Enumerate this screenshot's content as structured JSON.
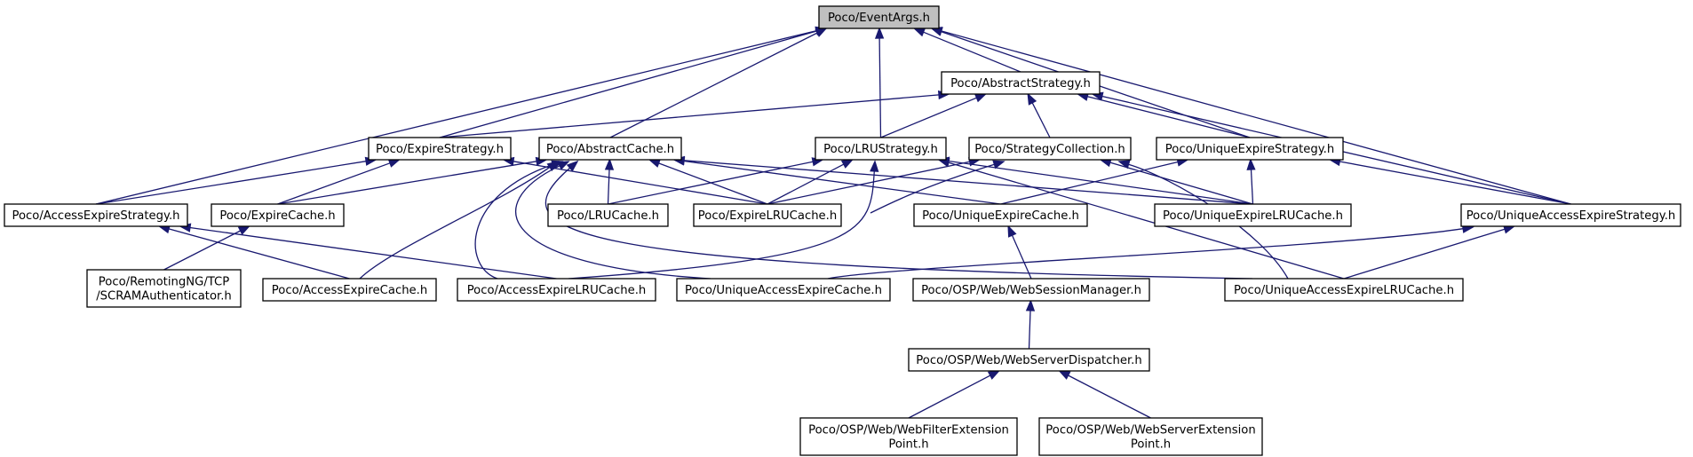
{
  "diagram": {
    "colors": {
      "edge": "#191970",
      "root_fill": "#bfbfbf",
      "node_fill": "#ffffff",
      "node_border": "#000000"
    },
    "nodes": [
      {
        "id": "eventargs",
        "lines": [
          "Poco/EventArgs.h"
        ],
        "root": true
      },
      {
        "id": "abstractstrategy",
        "lines": [
          "Poco/AbstractStrategy.h"
        ]
      },
      {
        "id": "expirestrategy",
        "lines": [
          "Poco/ExpireStrategy.h"
        ]
      },
      {
        "id": "abstractcache",
        "lines": [
          "Poco/AbstractCache.h"
        ]
      },
      {
        "id": "lrustrategy",
        "lines": [
          "Poco/LRUStrategy.h"
        ]
      },
      {
        "id": "strategycollection",
        "lines": [
          "Poco/StrategyCollection.h"
        ]
      },
      {
        "id": "uniqueexpirestrategy",
        "lines": [
          "Poco/UniqueExpireStrategy.h"
        ]
      },
      {
        "id": "accessexpirestrategy",
        "lines": [
          "Poco/AccessExpireStrategy.h"
        ]
      },
      {
        "id": "expirecache",
        "lines": [
          "Poco/ExpireCache.h"
        ]
      },
      {
        "id": "lrucache",
        "lines": [
          "Poco/LRUCache.h"
        ]
      },
      {
        "id": "expirelrucache",
        "lines": [
          "Poco/ExpireLRUCache.h"
        ]
      },
      {
        "id": "uniqueexpirecache",
        "lines": [
          "Poco/UniqueExpireCache.h"
        ]
      },
      {
        "id": "uniqueexpirelrucache",
        "lines": [
          "Poco/UniqueExpireLRUCache.h"
        ]
      },
      {
        "id": "uniqueaccessexpirestrategy",
        "lines": [
          "Poco/UniqueAccessExpireStrategy.h"
        ]
      },
      {
        "id": "scramauthenticator",
        "lines": [
          "Poco/RemotingNG/TCP",
          "/SCRAMAuthenticator.h"
        ]
      },
      {
        "id": "accessexpirecache",
        "lines": [
          "Poco/AccessExpireCache.h"
        ]
      },
      {
        "id": "accessexpirelrucache",
        "lines": [
          "Poco/AccessExpireLRUCache.h"
        ]
      },
      {
        "id": "uniqueaccessexpirecache",
        "lines": [
          "Poco/UniqueAccessExpireCache.h"
        ]
      },
      {
        "id": "websessionmanager",
        "lines": [
          "Poco/OSP/Web/WebSessionManager.h"
        ]
      },
      {
        "id": "uniqueaccessexpirelrucache",
        "lines": [
          "Poco/UniqueAccessExpireLRUCache.h"
        ]
      },
      {
        "id": "webserverdispatcher",
        "lines": [
          "Poco/OSP/Web/WebServerDispatcher.h"
        ]
      },
      {
        "id": "webfilterextensionpoint",
        "lines": [
          "Poco/OSP/Web/WebFilterExtension",
          "Point.h"
        ]
      },
      {
        "id": "webserverextensionpoint",
        "lines": [
          "Poco/OSP/Web/WebServerExtension",
          "Point.h"
        ]
      }
    ],
    "edges": [
      {
        "from": "eventargs",
        "to": "abstractstrategy"
      },
      {
        "from": "eventargs",
        "to": "expirestrategy"
      },
      {
        "from": "eventargs",
        "to": "abstractcache"
      },
      {
        "from": "eventargs",
        "to": "lrustrategy"
      },
      {
        "from": "eventargs",
        "to": "uniqueexpirestrategy"
      },
      {
        "from": "eventargs",
        "to": "accessexpirestrategy"
      },
      {
        "from": "eventargs",
        "to": "uniqueaccessexpirestrategy"
      },
      {
        "from": "abstractstrategy",
        "to": "expirestrategy"
      },
      {
        "from": "abstractstrategy",
        "to": "lrustrategy"
      },
      {
        "from": "abstractstrategy",
        "to": "strategycollection"
      },
      {
        "from": "abstractstrategy",
        "to": "uniqueexpirestrategy"
      },
      {
        "from": "abstractstrategy",
        "to": "uniqueaccessexpirestrategy"
      },
      {
        "from": "expirestrategy",
        "to": "accessexpirestrategy"
      },
      {
        "from": "expirestrategy",
        "to": "expirecache"
      },
      {
        "from": "expirestrategy",
        "to": "expirelrucache"
      },
      {
        "from": "abstractcache",
        "to": "expirecache"
      },
      {
        "from": "abstractcache",
        "to": "lrucache"
      },
      {
        "from": "abstractcache",
        "to": "expirelrucache"
      },
      {
        "from": "abstractcache",
        "to": "uniqueexpirecache"
      },
      {
        "from": "abstractcache",
        "to": "uniqueexpirelrucache"
      },
      {
        "from": "abstractcache",
        "to": "accessexpirecache"
      },
      {
        "from": "abstractcache",
        "to": "accessexpirelrucache"
      },
      {
        "from": "abstractcache",
        "to": "uniqueaccessexpirecache"
      },
      {
        "from": "abstractcache",
        "to": "uniqueaccessexpirelrucache"
      },
      {
        "from": "lrustrategy",
        "to": "lrucache"
      },
      {
        "from": "lrustrategy",
        "to": "expirelrucache"
      },
      {
        "from": "lrustrategy",
        "to": "uniqueexpirelrucache"
      },
      {
        "from": "lrustrategy",
        "to": "accessexpirelrucache"
      },
      {
        "from": "lrustrategy",
        "to": "uniqueaccessexpirelrucache"
      },
      {
        "from": "strategycollection",
        "to": "expirelrucache"
      },
      {
        "from": "strategycollection",
        "to": "uniqueexpirelrucache"
      },
      {
        "from": "strategycollection",
        "to": "accessexpirelrucache"
      },
      {
        "from": "strategycollection",
        "to": "uniqueaccessexpirelrucache"
      },
      {
        "from": "uniqueexpirestrategy",
        "to": "uniqueexpirecache"
      },
      {
        "from": "uniqueexpirestrategy",
        "to": "uniqueexpirelrucache"
      },
      {
        "from": "uniqueexpirestrategy",
        "to": "uniqueaccessexpirestrategy"
      },
      {
        "from": "accessexpirestrategy",
        "to": "accessexpirecache"
      },
      {
        "from": "accessexpirestrategy",
        "to": "accessexpirelrucache"
      },
      {
        "from": "expirecache",
        "to": "scramauthenticator"
      },
      {
        "from": "uniqueexpirecache",
        "to": "websessionmanager"
      },
      {
        "from": "uniqueaccessexpirestrategy",
        "to": "uniqueaccessexpirecache"
      },
      {
        "from": "uniqueaccessexpirestrategy",
        "to": "uniqueaccessexpirelrucache"
      },
      {
        "from": "websessionmanager",
        "to": "webserverdispatcher"
      },
      {
        "from": "webserverdispatcher",
        "to": "webfilterextensionpoint"
      },
      {
        "from": "webserverdispatcher",
        "to": "webserverextensionpoint"
      }
    ]
  }
}
